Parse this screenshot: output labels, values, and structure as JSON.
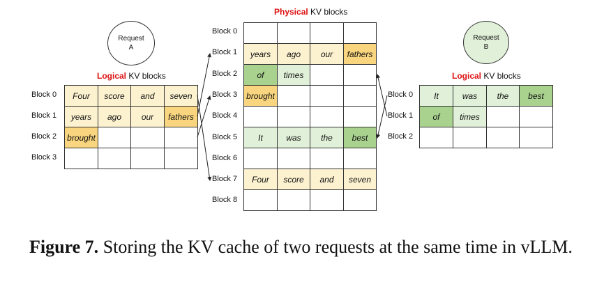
{
  "physical": {
    "title_red": "Physical",
    "title_rest": " KV blocks",
    "rows": [
      {
        "label": "Block 0",
        "cells": [
          "",
          "",
          "",
          ""
        ],
        "tones": [
          "",
          "",
          "",
          ""
        ]
      },
      {
        "label": "Block 1",
        "cells": [
          "years",
          "ago",
          "our",
          "fathers"
        ],
        "tones": [
          "y1",
          "y1",
          "y1",
          "y2"
        ]
      },
      {
        "label": "Block 2",
        "cells": [
          "of",
          "times",
          "",
          ""
        ],
        "tones": [
          "g2",
          "g1",
          "",
          ""
        ]
      },
      {
        "label": "Block 3",
        "cells": [
          "brought",
          "",
          "",
          ""
        ],
        "tones": [
          "y2",
          "",
          "",
          ""
        ]
      },
      {
        "label": "Block 4",
        "cells": [
          "",
          "",
          "",
          ""
        ],
        "tones": [
          "",
          "",
          "",
          ""
        ]
      },
      {
        "label": "Block 5",
        "cells": [
          "It",
          "was",
          "the",
          "best"
        ],
        "tones": [
          "g1",
          "g1",
          "g1",
          "g2"
        ]
      },
      {
        "label": "Block 6",
        "cells": [
          "",
          "",
          "",
          ""
        ],
        "tones": [
          "",
          "",
          "",
          ""
        ]
      },
      {
        "label": "Block 7",
        "cells": [
          "Four",
          "score",
          "and",
          "seven"
        ],
        "tones": [
          "y1",
          "y1",
          "y1",
          "y1"
        ]
      },
      {
        "label": "Block 8",
        "cells": [
          "",
          "",
          "",
          ""
        ],
        "tones": [
          "",
          "",
          "",
          ""
        ]
      }
    ]
  },
  "request_a": {
    "line1": "Request",
    "line2": "A",
    "title_red": "Logical",
    "title_rest": " KV blocks",
    "rows": [
      {
        "label": "Block 0",
        "cells": [
          "Four",
          "score",
          "and",
          "seven"
        ],
        "tones": [
          "y1",
          "y1",
          "y1",
          "y1"
        ]
      },
      {
        "label": "Block 1",
        "cells": [
          "years",
          "ago",
          "our",
          "fathers"
        ],
        "tones": [
          "y1",
          "y1",
          "y1",
          "y2"
        ]
      },
      {
        "label": "Block 2",
        "cells": [
          "brought",
          "",
          "",
          ""
        ],
        "tones": [
          "y2",
          "",
          "",
          ""
        ]
      },
      {
        "label": "Block 3",
        "cells": [
          "",
          "",
          "",
          ""
        ],
        "tones": [
          "",
          "",
          "",
          ""
        ]
      }
    ]
  },
  "request_b": {
    "line1": "Request",
    "line2": "B",
    "title_red": "Logical",
    "title_rest": " KV blocks",
    "rows": [
      {
        "label": "Block 0",
        "cells": [
          "It",
          "was",
          "the",
          "best"
        ],
        "tones": [
          "g1",
          "g1",
          "g1",
          "g2"
        ]
      },
      {
        "label": "Block 1",
        "cells": [
          "of",
          "times",
          "",
          ""
        ],
        "tones": [
          "g2",
          "g1",
          "",
          ""
        ]
      },
      {
        "label": "Block 2",
        "cells": [
          "",
          "",
          "",
          ""
        ],
        "tones": [
          "",
          "",
          "",
          ""
        ]
      }
    ]
  },
  "caption": {
    "bold": "Figure 7.",
    "text": " Storing the KV cache of two requests at the same time in vLLM."
  }
}
